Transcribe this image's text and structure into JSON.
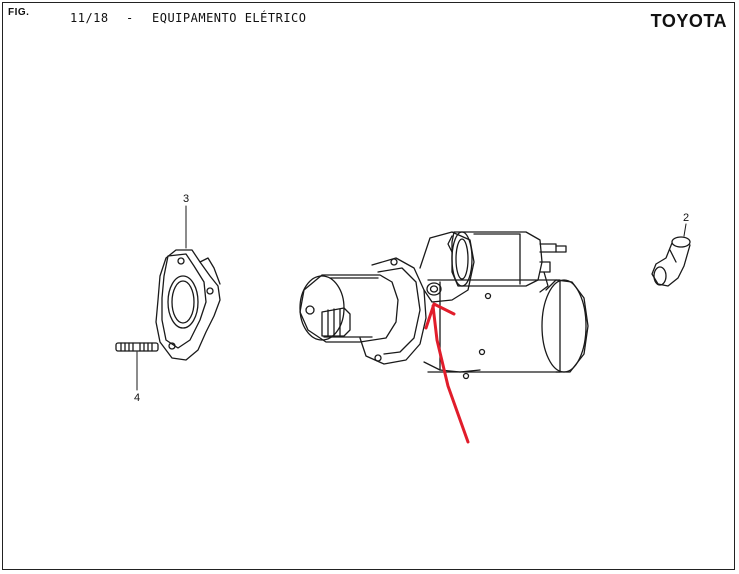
{
  "header": {
    "fig_label": "FIG.",
    "page_number": "11/18",
    "separator": "-",
    "section_title": "EQUIPAMENTO ELÉTRICO",
    "brand": "TOYOTA"
  },
  "callouts": {
    "part_2": "2",
    "part_3": "3",
    "part_4": "4"
  },
  "colors": {
    "line": "#1a1a1a",
    "arrow": "#e11d2b"
  }
}
